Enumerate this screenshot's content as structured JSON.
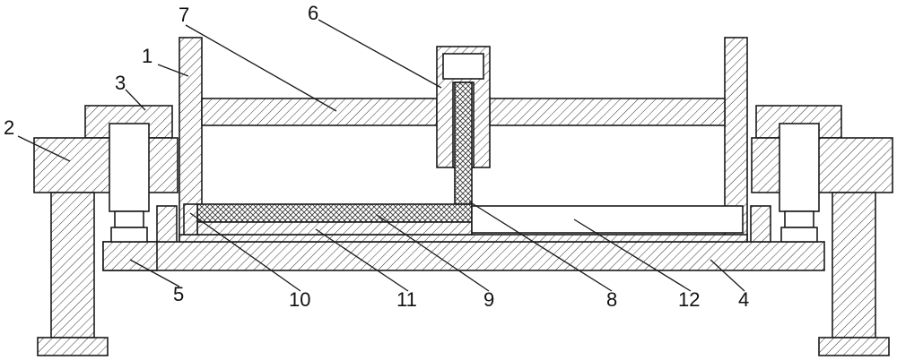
{
  "labels": {
    "l1": "1",
    "l2": "2",
    "l3": "3",
    "l4": "4",
    "l5": "5",
    "l6": "6",
    "l7": "7",
    "l8": "8",
    "l9": "9",
    "l10": "10",
    "l11": "11",
    "l12": "12"
  },
  "colors": {
    "line": "#1a1a1a",
    "background": "#ffffff"
  }
}
